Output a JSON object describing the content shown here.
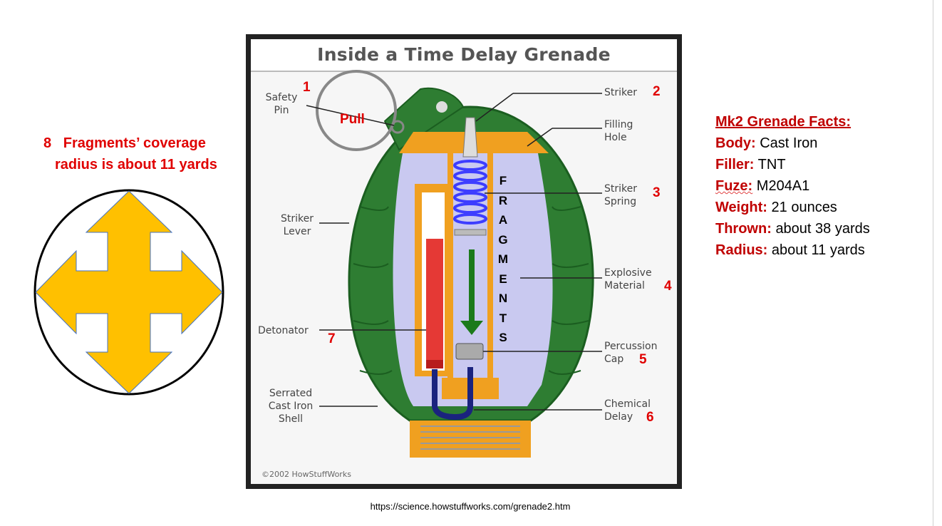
{
  "diagram": {
    "title": "Inside a Time Delay Grenade",
    "copyright": "©2002 HowStuffWorks",
    "labels": {
      "safety_pin": "Safety Pin",
      "striker": "Striker",
      "filling_hole": "Filling Hole",
      "striker_spring": "Striker Spring",
      "striker_lever": "Striker Lever",
      "explosive_material": "Explosive Material",
      "detonator": "Detonator",
      "percussion_cap": "Percussion Cap",
      "serrated_shell": "Serrated Cast Iron Shell",
      "chemical_delay": "Chemical Delay"
    },
    "numbers": {
      "n1": "1",
      "n2": "2",
      "n3": "3",
      "n4": "4",
      "n5": "5",
      "n6": "6",
      "n7": "7"
    },
    "pull": "Pull",
    "fragments_letters": [
      "F",
      "R",
      "A",
      "G",
      "M",
      "E",
      "N",
      "T",
      "S"
    ]
  },
  "coverage": {
    "line1": "8   Fragments’ coverage",
    "line2": "radius is about 11 yards"
  },
  "facts": {
    "heading": "Mk2 Grenade Facts:",
    "items": [
      {
        "key": "Body:",
        "value": "Cast Iron"
      },
      {
        "key": "Filler:",
        "value": "TNT"
      },
      {
        "key": "Fuze:",
        "value": "M204A1"
      },
      {
        "key": "Weight:",
        "value": "21 ounces"
      },
      {
        "key": "Thrown:",
        "value": "about 38 yards"
      },
      {
        "key": "Radius:",
        "value": "about 11 yards"
      }
    ]
  },
  "source_url": "https://science.howstuffworks.com/grenade2.htm",
  "colors": {
    "accent_red": "#c00000",
    "arrow_yellow": "#FFC000",
    "shell_green": "#2e7d32",
    "orange": "#f0a020",
    "filler": "#c9c9f0"
  }
}
